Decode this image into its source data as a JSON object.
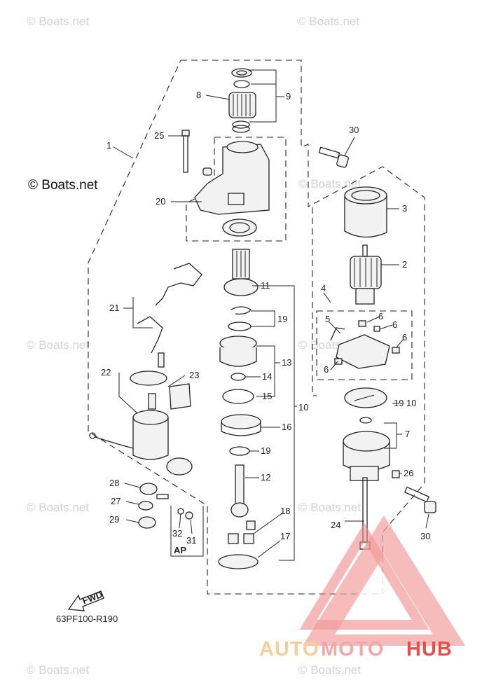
{
  "diagram": {
    "code": "63PF100-R190",
    "copyright": "© Boats.net",
    "watermark": "© Boats.net",
    "fwd_label": "FWD",
    "ap_label": "AP",
    "callouts": [
      "1",
      "2",
      "3",
      "4",
      "5",
      "6",
      "6",
      "6",
      "6",
      "7",
      "8",
      "9",
      "10",
      "11",
      "12",
      "13",
      "14",
      "15",
      "16",
      "17",
      "18",
      "19",
      "19",
      "19",
      "20",
      "21",
      "22",
      "23",
      "24",
      "25",
      "26",
      "27",
      "28",
      "29",
      "30",
      "30",
      "31",
      "32"
    ],
    "callout_19_10": "19",
    "callout_10_small": "10"
  },
  "brand_logo": {
    "text_auto": "AUTO",
    "text_moto": "MOTO",
    "text_hub": "HUB",
    "color_auto": "#f3c68a",
    "color_moto": "#f19a9a",
    "color_hub": "#e0332f"
  }
}
